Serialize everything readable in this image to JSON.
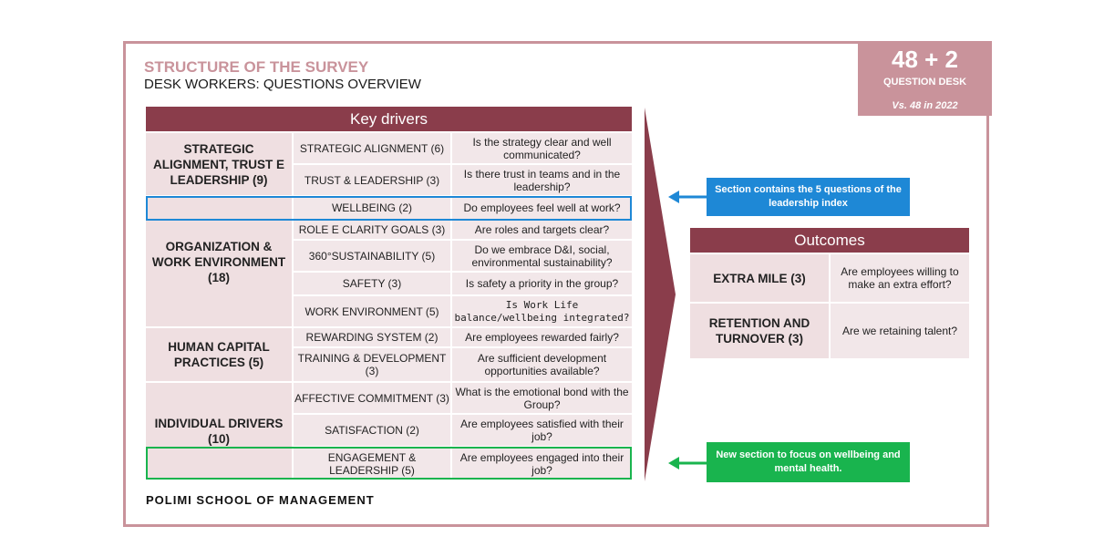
{
  "header": {
    "title": "STRUCTURE OF THE SURVEY",
    "subtitle": "DESK WORKERS: QUESTIONS OVERVIEW"
  },
  "badge": {
    "count": "48 + 2",
    "label": "QUESTION DESK",
    "comparison": "Vs. 48 in 2022"
  },
  "key_drivers": {
    "title": "Key drivers",
    "groups": [
      {
        "label": "STRATEGIC ALIGNMENT, TRUST E LEADERSHIP (9)"
      },
      {
        "label": "ORGANIZATION & WORK ENVIRONMENT (18)"
      },
      {
        "label": "HUMAN CAPITAL PRACTICES (5)"
      },
      {
        "label": "INDIVIDUAL DRIVERS (10)"
      }
    ],
    "rows": [
      {
        "driver": "STRATEGIC ALIGNMENT (6)",
        "question": "Is the strategy clear and well communicated?"
      },
      {
        "driver": "TRUST & LEADERSHIP (3)",
        "question": "Is there trust in teams and in the leadership?"
      },
      {
        "driver": "WELLBEING (2)",
        "question": "Do employees feel well at work?"
      },
      {
        "driver": "ROLE E CLARITY GOALS (3)",
        "question": "Are roles and targets clear?"
      },
      {
        "driver": "360°SUSTAINABILITY (5)",
        "question": "Do we embrace D&I, social, environmental sustainability?"
      },
      {
        "driver": "SAFETY (3)",
        "question": "Is safety a priority in the group?"
      },
      {
        "driver": "WORK ENVIRONMENT (5)",
        "question": "Is Work Life balance/wellbeing integrated?"
      },
      {
        "driver": "REWARDING SYSTEM (2)",
        "question": "Are employees rewarded fairly?"
      },
      {
        "driver": "TRAINING & DEVELOPMENT (3)",
        "question": "Are sufficient development opportunities available?"
      },
      {
        "driver": "AFFECTIVE COMMITMENT (3)",
        "question": "What is the emotional bond with the Group?"
      },
      {
        "driver": "SATISFACTION (2)",
        "question": "Are employees satisfied with their job?"
      },
      {
        "driver": "ENGAGEMENT & LEADERSHIP (5)",
        "question": "Are employees engaged into their job?"
      }
    ]
  },
  "outcomes": {
    "title": "Outcomes",
    "rows": [
      {
        "label": "EXTRA MILE (3)",
        "question": "Are employees willing to make an extra effort?"
      },
      {
        "label": "RETENTION AND TURNOVER (3)",
        "question": "Are we retaining talent?"
      }
    ]
  },
  "callouts": {
    "blue": "Section contains the 5 questions of the leadership index",
    "green": "New section to focus on wellbeing and mental health."
  },
  "logo": {
    "text": "POLIMI SCHOOL OF MANAGEMENT"
  },
  "colors": {
    "accent": "#8a3d4b",
    "frame": "#c9939b",
    "blue": "#1e88d6",
    "green": "#19b44e"
  }
}
